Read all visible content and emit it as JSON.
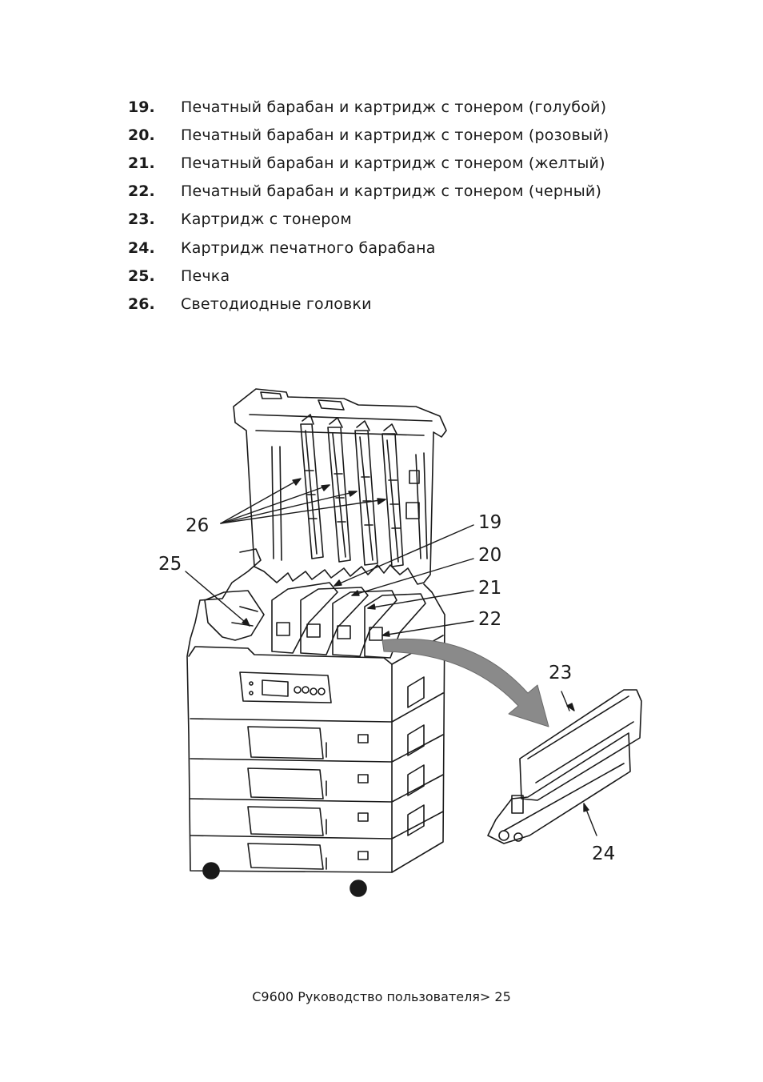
{
  "legend": [
    {
      "num": "19.",
      "text": "Печатный барабан и картридж с тонером (голубой)"
    },
    {
      "num": "20.",
      "text": "Печатный барабан и картридж с тонером (розовый)"
    },
    {
      "num": "21.",
      "text": "Печатный барабан и картридж с тонером (желтый)"
    },
    {
      "num": "22.",
      "text": "Печатный барабан и картридж с тонером (черный)"
    },
    {
      "num": "23.",
      "text": "Картридж с тонером"
    },
    {
      "num": "24.",
      "text": "Картридж печатного барабана"
    },
    {
      "num": "25.",
      "text": "Печка"
    },
    {
      "num": "26.",
      "text": "Светодиодные головки"
    }
  ],
  "figure": {
    "callouts": [
      "19",
      "20",
      "21",
      "22",
      "23",
      "24",
      "25",
      "26"
    ]
  },
  "footer": {
    "text": "C9600 Руководство пользователя> 25"
  }
}
